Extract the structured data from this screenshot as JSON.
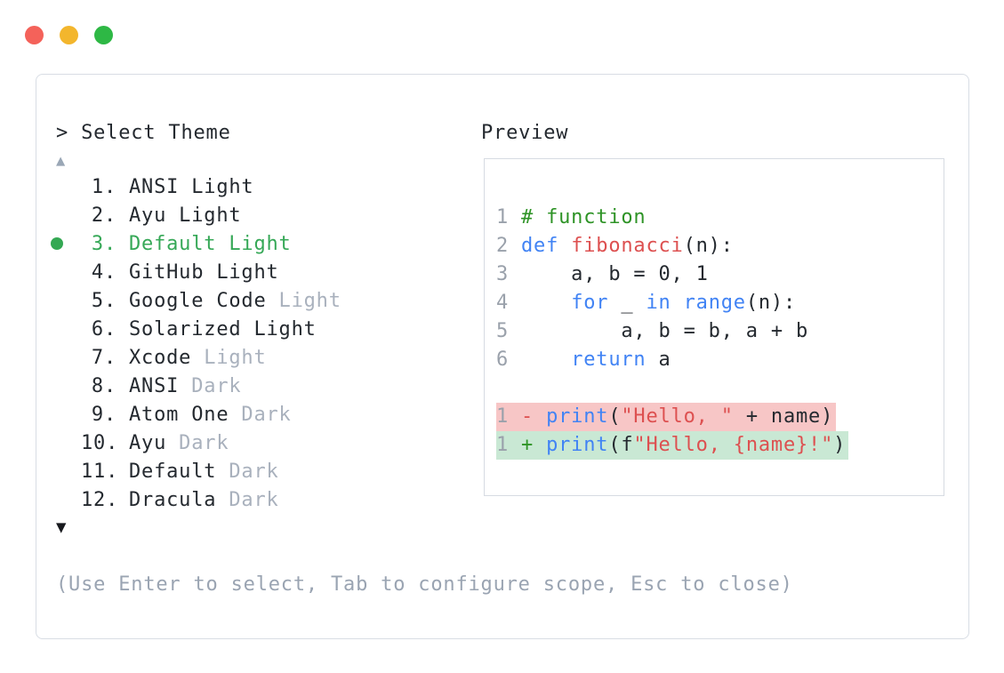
{
  "window": {
    "controls": [
      {
        "name": "close",
        "color": "#f4625a"
      },
      {
        "name": "minimize",
        "color": "#f3b62d"
      },
      {
        "name": "maximize",
        "color": "#2eb845"
      }
    ]
  },
  "selector": {
    "prompt": "> Select Theme",
    "scroll_up_indicator": "▲",
    "scroll_down_indicator": "▼",
    "items": [
      {
        "number": "1.",
        "name": "ANSI Light",
        "muted": "",
        "selected": false
      },
      {
        "number": "2.",
        "name": "Ayu Light",
        "muted": "",
        "selected": false
      },
      {
        "number": "3.",
        "name": "Default Light",
        "muted": "",
        "selected": true
      },
      {
        "number": "4.",
        "name": "GitHub Light",
        "muted": "",
        "selected": false
      },
      {
        "number": "5.",
        "name": "Google Code",
        "muted": "Light",
        "selected": false
      },
      {
        "number": "6.",
        "name": "Solarized Light",
        "muted": "",
        "selected": false
      },
      {
        "number": "7.",
        "name": "Xcode",
        "muted": "Light",
        "selected": false
      },
      {
        "number": "8.",
        "name": "ANSI",
        "muted": "Dark",
        "selected": false
      },
      {
        "number": "9.",
        "name": "Atom One",
        "muted": "Dark",
        "selected": false
      },
      {
        "number": "10.",
        "name": "Ayu",
        "muted": "Dark",
        "selected": false
      },
      {
        "number": "11.",
        "name": "Default",
        "muted": "Dark",
        "selected": false
      },
      {
        "number": "12.",
        "name": "Dracula",
        "muted": "Dark",
        "selected": false
      }
    ],
    "help": "(Use Enter to select, Tab to configure scope, Esc to close)"
  },
  "preview": {
    "title": "Preview",
    "code": [
      {
        "num": "1",
        "tokens": [
          [
            "comment",
            "# function"
          ]
        ]
      },
      {
        "num": "2",
        "tokens": [
          [
            "kw",
            "def"
          ],
          [
            "plain",
            " "
          ],
          [
            "fn",
            "fibonacci"
          ],
          [
            "plain",
            "(n):"
          ]
        ]
      },
      {
        "num": "3",
        "tokens": [
          [
            "plain",
            "    a, b = 0, 1"
          ]
        ]
      },
      {
        "num": "4",
        "tokens": [
          [
            "plain",
            "    "
          ],
          [
            "kw",
            "for"
          ],
          [
            "plain",
            " _ "
          ],
          [
            "kw",
            "in"
          ],
          [
            "plain",
            " "
          ],
          [
            "kw",
            "range"
          ],
          [
            "plain",
            "(n):"
          ]
        ]
      },
      {
        "num": "5",
        "tokens": [
          [
            "plain",
            "        a, b = b, a + b"
          ]
        ]
      },
      {
        "num": "6",
        "tokens": [
          [
            "plain",
            "    "
          ],
          [
            "kw",
            "return"
          ],
          [
            "plain",
            " a"
          ]
        ]
      },
      {
        "num": "",
        "tokens": []
      },
      {
        "num": "1",
        "diff": "removed",
        "tokens": [
          [
            "minus",
            "- "
          ],
          [
            "kw",
            "print"
          ],
          [
            "plain",
            "("
          ],
          [
            "str",
            "\"Hello, \""
          ],
          [
            "plain",
            " + name)"
          ]
        ]
      },
      {
        "num": "1",
        "diff": "added",
        "tokens": [
          [
            "plus",
            "+ "
          ],
          [
            "kw",
            "print"
          ],
          [
            "plain",
            "(f"
          ],
          [
            "str",
            "\"Hello, {name}!\""
          ],
          [
            "plain",
            ")"
          ]
        ]
      }
    ]
  },
  "colors": {
    "accent-green": "#34a853",
    "selected-green": "#36a857",
    "comment-green": "#2e9326",
    "keyword-blue": "#4183f4",
    "token-red": "#dd5050",
    "removed-bg": "#f7c6c6",
    "added-bg": "#c9e8d4",
    "muted": "#a9b1bd",
    "help-gray": "#9aa4b2",
    "panel-border": "#d8dde4"
  }
}
